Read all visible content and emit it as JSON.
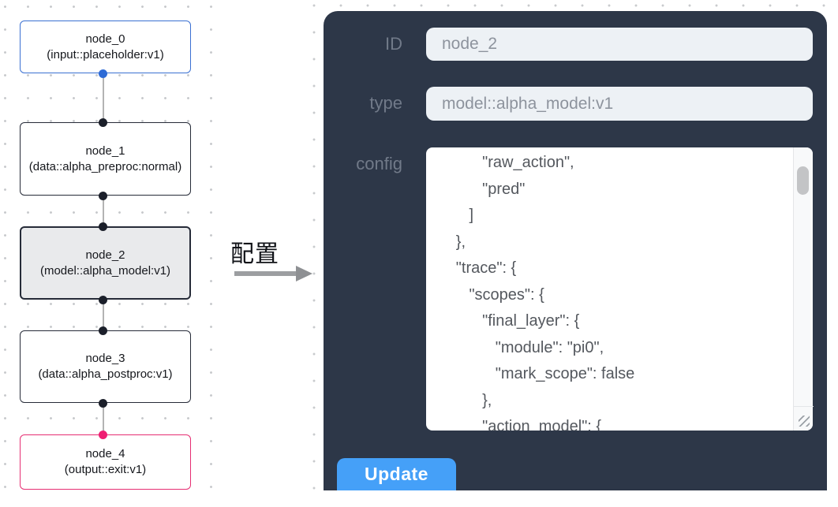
{
  "graph": {
    "nodes": [
      {
        "id": "node_0",
        "type_label": "(input::placeholder:v1)",
        "variant": "input"
      },
      {
        "id": "node_1",
        "type_label": "(data::alpha_preproc:normal)",
        "variant": "default"
      },
      {
        "id": "node_2",
        "type_label": "(model::alpha_model:v1)",
        "variant": "selected"
      },
      {
        "id": "node_3",
        "type_label": "(data::alpha_postproc:v1)",
        "variant": "default"
      },
      {
        "id": "node_4",
        "type_label": "(output::exit:v1)",
        "variant": "output"
      }
    ]
  },
  "annotation": {
    "label": "配置"
  },
  "panel": {
    "fields": [
      {
        "label": "ID",
        "value": "node_2"
      },
      {
        "label": "type",
        "value": "model::alpha_model:v1"
      }
    ],
    "config": {
      "label": "config",
      "text": "           \"raw_action\",\n           \"pred\"\n        ]\n     },\n     \"trace\": {\n        \"scopes\": {\n           \"final_layer\": {\n              \"module\": \"pi0\",\n              \"mark_scope\": false\n           },\n           \"action_model\": {"
    },
    "update_label": "Update"
  },
  "colors": {
    "panel_bg": "#2d3748",
    "accent_blue_node": "#3a70d2",
    "accent_pink_node": "#e62e72",
    "selected_node_fill": "#e9eaec",
    "button_bg": "#45a0f8"
  }
}
